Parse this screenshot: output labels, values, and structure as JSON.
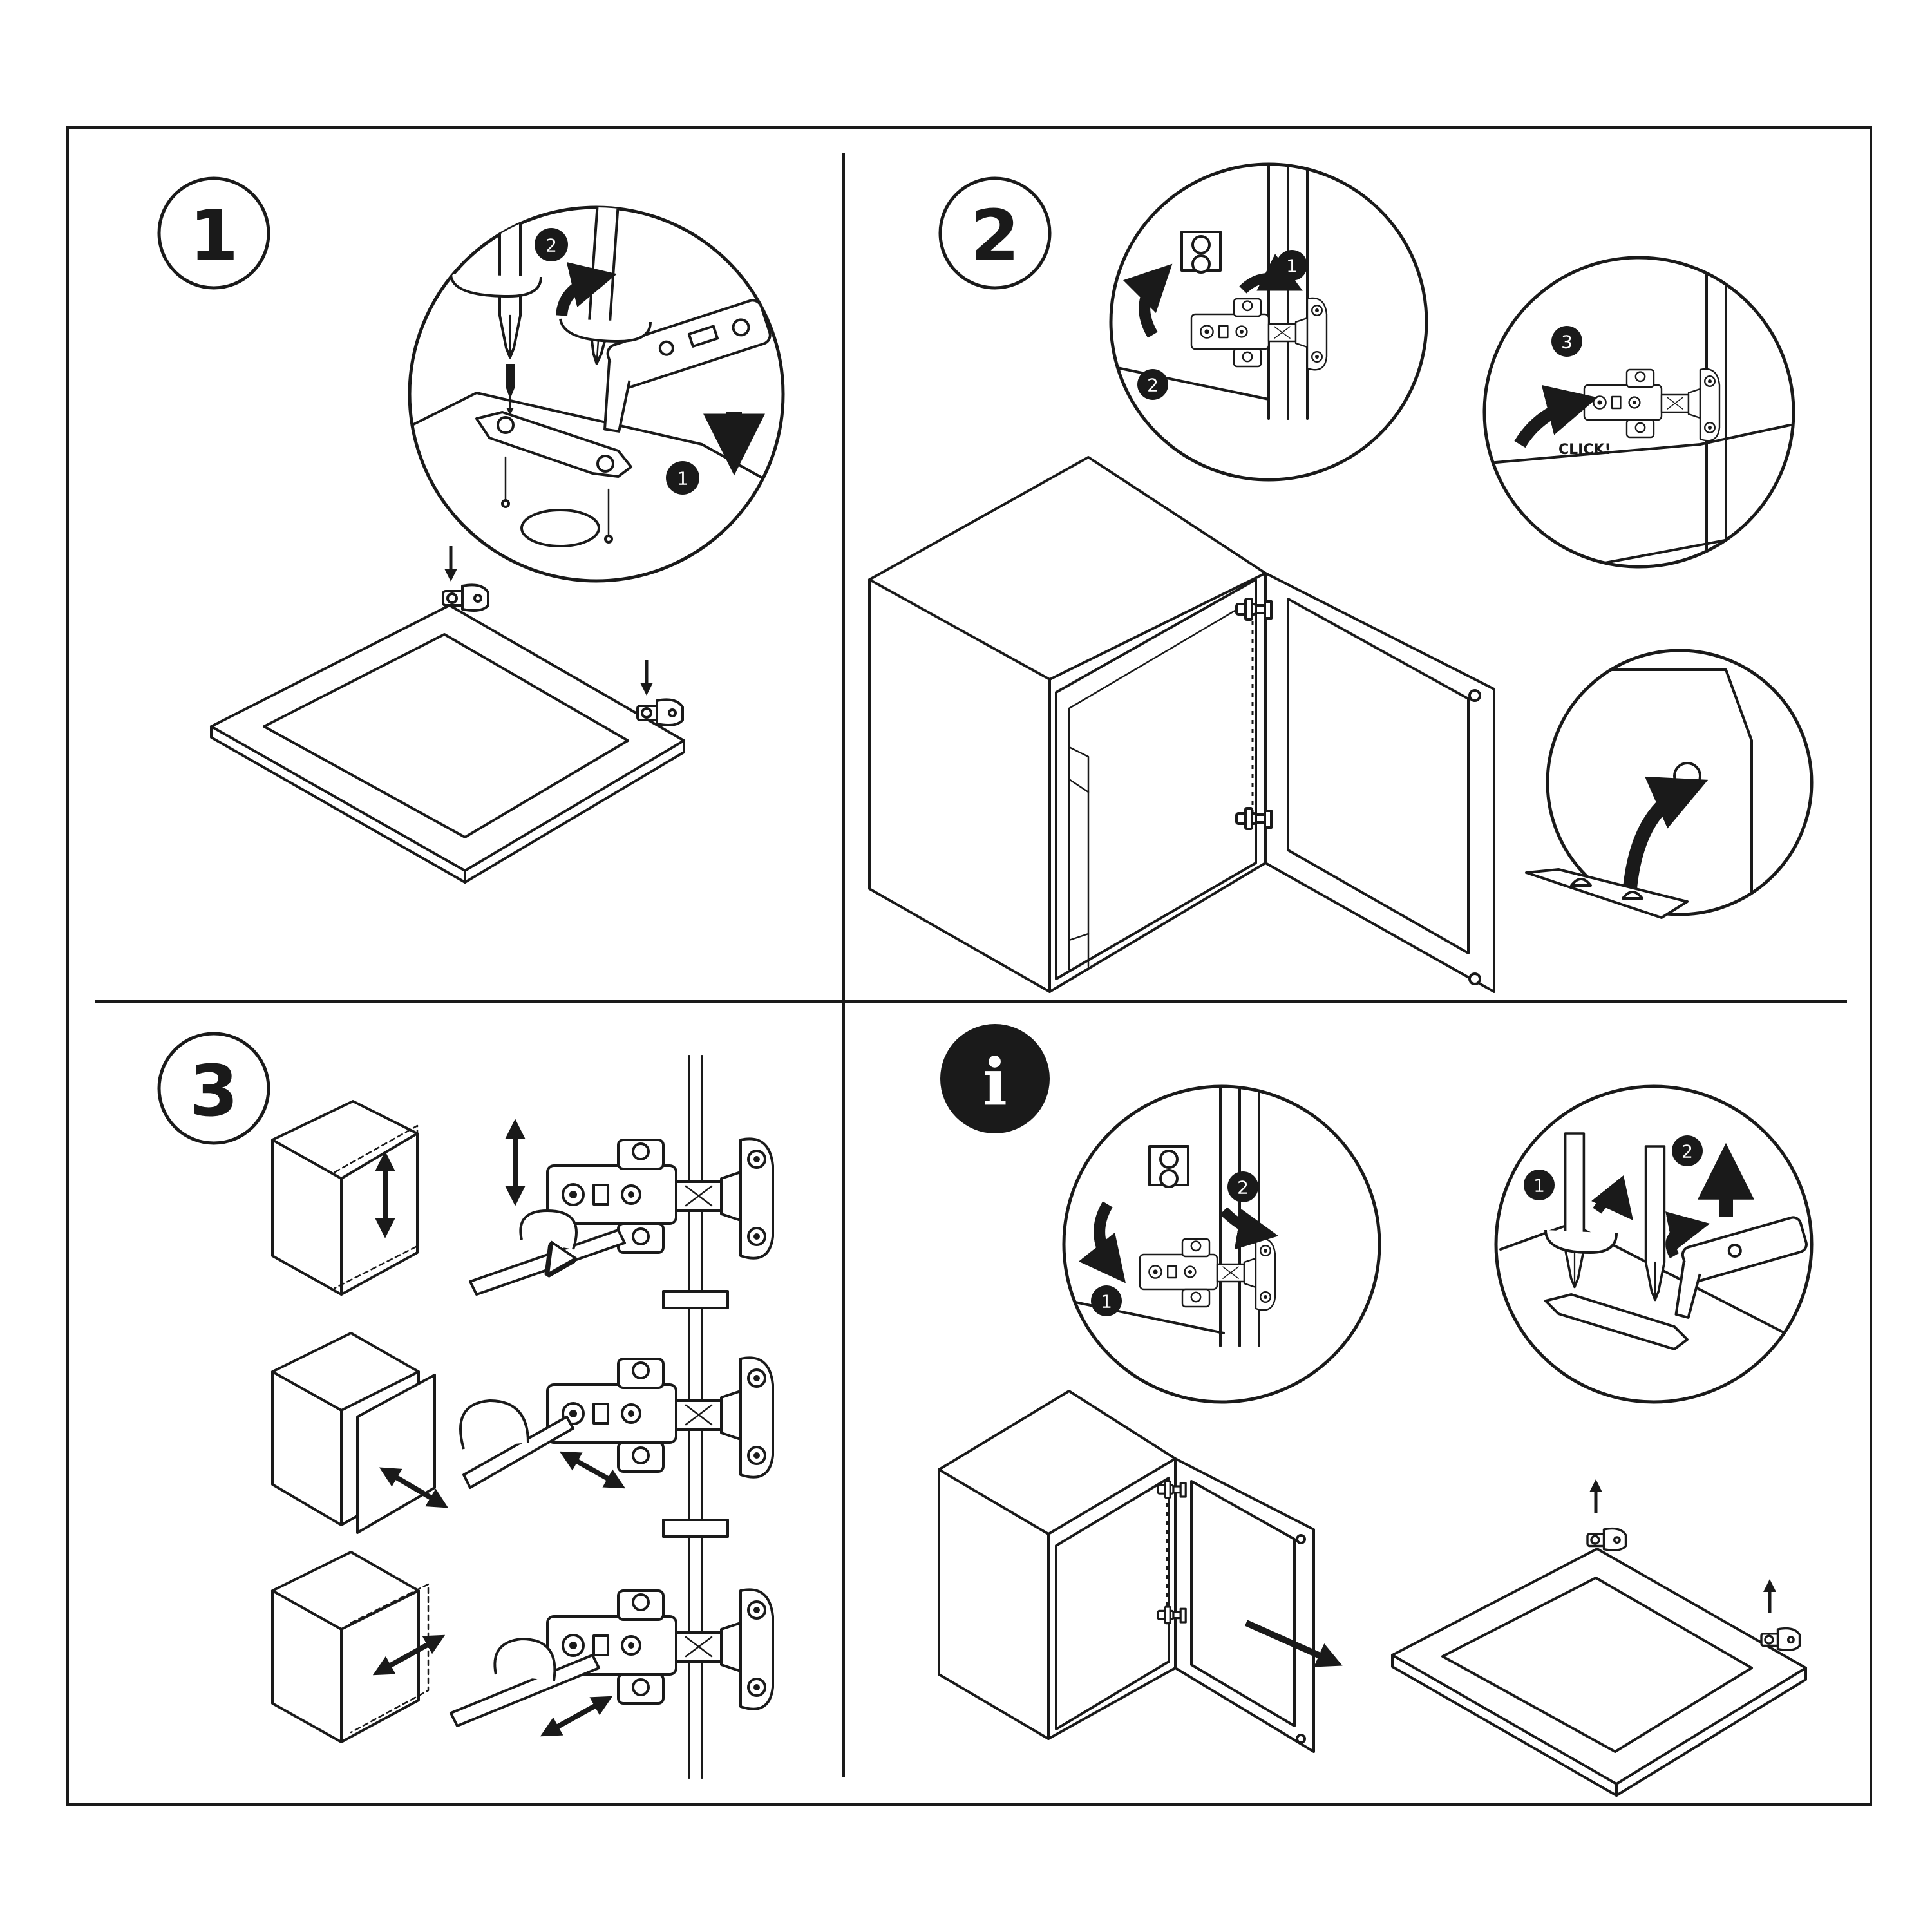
{
  "panels": [
    {
      "id": "step-1",
      "marker": "1"
    },
    {
      "id": "step-2",
      "marker": "2"
    },
    {
      "id": "step-3",
      "marker": "3"
    },
    {
      "id": "info",
      "marker": "i"
    }
  ],
  "callouts": {
    "p1_zoom": [
      "1",
      "2"
    ],
    "p2_zoom_a": [
      "1",
      "2"
    ],
    "p2_zoom_b": [
      "3"
    ],
    "pi_zoom_a": [
      "1",
      "2"
    ],
    "pi_zoom_b": [
      "1",
      "2"
    ]
  },
  "click_label": "CLICK!",
  "icons": [
    "screwdriver-icon",
    "hinge-icon",
    "rotate-arrow-icon",
    "direction-arrow-icon"
  ]
}
